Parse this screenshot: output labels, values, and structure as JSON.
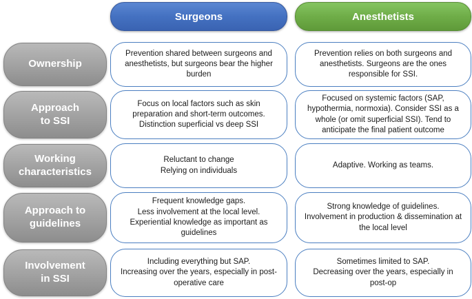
{
  "header": {
    "columns": [
      {
        "id": "surgeons",
        "label": "Surgeons",
        "color": "#4472C4"
      },
      {
        "id": "anesthetists",
        "label": "Anesthetists",
        "color": "#70AD47"
      }
    ]
  },
  "label_pill_color": "#9E9E9E",
  "cell_border_color": "#4A7EC0",
  "rows": [
    {
      "label": "Ownership",
      "surgeons": "Prevention shared between surgeons and anesthetists, but surgeons bear the higher burden",
      "anesthetists": "Prevention relies on both surgeons and anesthetists. Surgeons are the ones responsible for SSI."
    },
    {
      "label": "Approach\nto SSI",
      "surgeons": "Focus on local factors such as skin preparation and short-term outcomes. Distinction superficial vs deep SSI",
      "anesthetists": "Focused on systemic factors (SAP, hypothermia, normoxia). Consider SSI as a whole (or omit superficial SSI). Tend to anticipate the final patient outcome"
    },
    {
      "label": "Working\ncharacteristics",
      "surgeons": "Reluctant to change\nRelying on individuals",
      "anesthetists": "Adaptive. Working as teams."
    },
    {
      "label": "Approach to\nguidelines",
      "surgeons": "Frequent knowledge gaps.\nLess involvement at the local level.\nExperiential knowledge as important as guidelines",
      "anesthetists": "Strong knowledge of guidelines.\nInvolvement in production & dissemination at the local level"
    },
    {
      "label": "Involvement\nin SSI",
      "surgeons": "Including everything but SAP.\nIncreasing over the years, especially in post-operative care",
      "anesthetists": "Sometimes limited to SAP.\nDecreasing over the years, especially in post-op"
    }
  ]
}
